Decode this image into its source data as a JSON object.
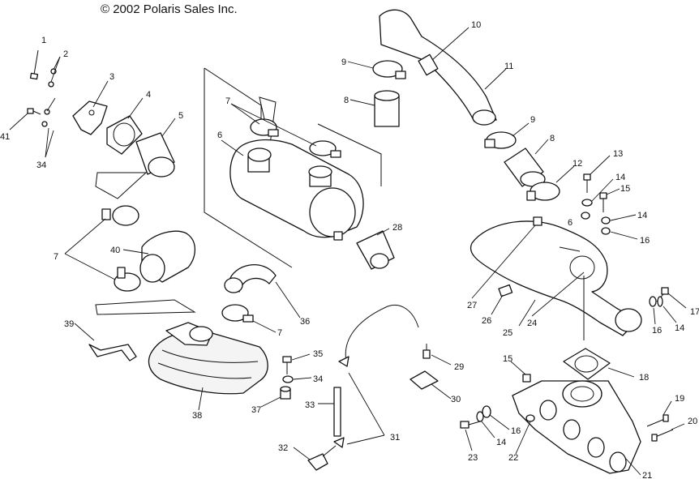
{
  "copyright": "© 2002 Polaris Sales Inc.",
  "callouts": {
    "c1": "1",
    "c2": "2",
    "c3": "3",
    "c4": "4",
    "c5": "5",
    "c6": "6",
    "c6b": "6",
    "c7a": "7",
    "c7b": "7",
    "c7c": "7",
    "c8a": "8",
    "c8b": "8",
    "c9a": "9",
    "c9b": "9",
    "c10": "10",
    "c11": "11",
    "c12": "12",
    "c13": "13",
    "c14a": "14",
    "c14b": "14",
    "c14c": "14",
    "c14d": "14",
    "c15a": "15",
    "c15b": "15",
    "c16a": "16",
    "c16b": "16",
    "c16c": "16",
    "c17": "17",
    "c18": "18",
    "c19": "19",
    "c20": "20",
    "c21": "21",
    "c22": "22",
    "c23": "23",
    "c24": "24",
    "c25": "25",
    "c26": "26",
    "c27": "27",
    "c28": "28",
    "c29": "29",
    "c30": "30",
    "c31": "31",
    "c32": "32",
    "c33": "33",
    "c34": "34",
    "c34b": "34",
    "c35": "35",
    "c36": "36",
    "c37": "37",
    "c38": "38",
    "c39": "39",
    "c40": "40",
    "c41": "41"
  }
}
